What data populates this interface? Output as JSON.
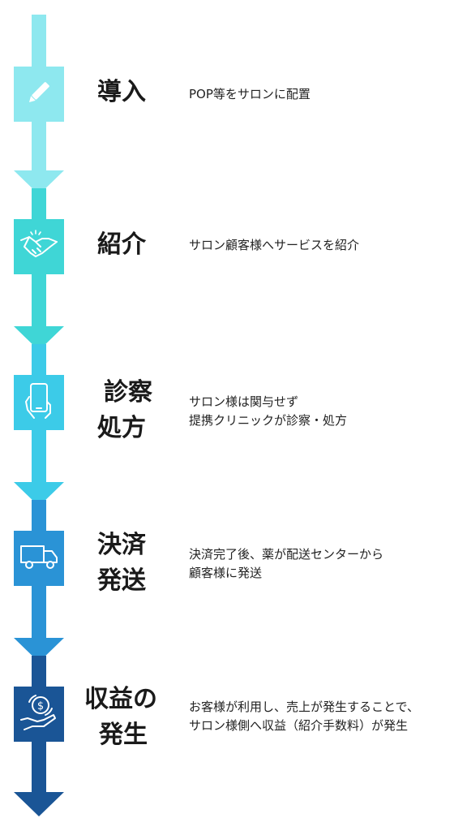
{
  "colors": [
    "#8ee8ef",
    "#3fd6d6",
    "#3ccbe8",
    "#2a93d6",
    "#1a5596"
  ],
  "steps": [
    {
      "icon": "pencil-icon",
      "title_lines": [
        "導入"
      ],
      "desc_lines": [
        "POP等をサロンに配置"
      ]
    },
    {
      "icon": "handshake-icon",
      "title_lines": [
        "紹介"
      ],
      "desc_lines": [
        "サロン顧客様へサービスを紹介"
      ]
    },
    {
      "icon": "smartphone-icon",
      "title_lines": [
        "診察",
        "処方"
      ],
      "desc_lines": [
        "サロン様は関与せず",
        "提携クリニックが診察・処方"
      ]
    },
    {
      "icon": "truck-icon",
      "title_lines": [
        "決済",
        "発送"
      ],
      "desc_lines": [
        "決済完了後、薬が配送センターから",
        "顧客様に発送"
      ]
    },
    {
      "icon": "hand-money-icon",
      "title_lines": [
        "収益の",
        "発生"
      ],
      "desc_lines": [
        "お客様が利用し、売上が発生することで、",
        "サロン様側へ収益（紹介手数料）が発生"
      ]
    }
  ]
}
